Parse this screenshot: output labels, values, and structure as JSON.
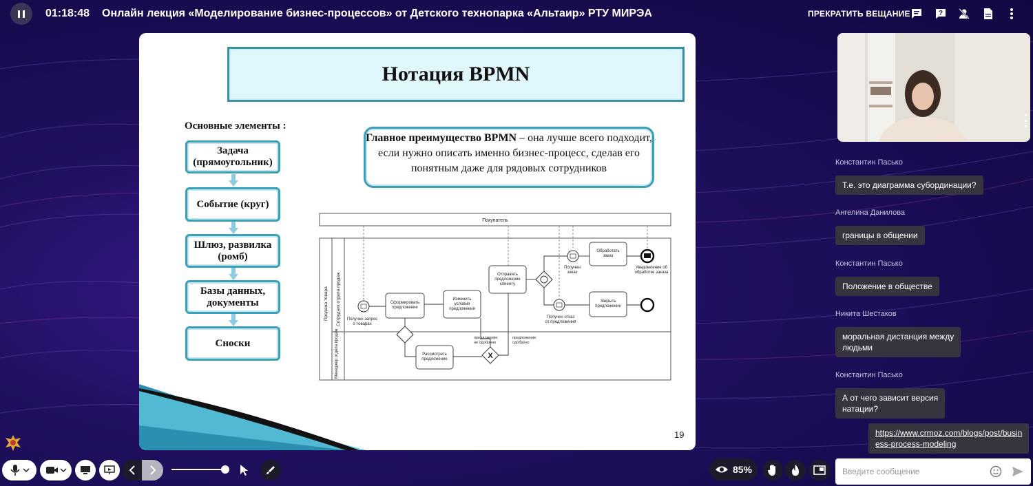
{
  "topbar": {
    "timer": "01:18:48",
    "title": "Онлайн лекция «Моделирование бизнес-процессов» от Детского технопарка «Альтаир» РТУ МИРЭА",
    "stop_label": "ПРЕКРАТИТЬ ВЕЩАНИЕ",
    "icons": [
      "chat-icon",
      "question-icon",
      "user-off-icon",
      "document-icon",
      "more-icon"
    ]
  },
  "slide": {
    "title": "Нотация BPMN",
    "elements_heading": "Основные элементы :",
    "elements": [
      {
        "line1": "Задача",
        "line2": "(прямоугольник)"
      },
      {
        "line1": "Событие (круг)",
        "line2": ""
      },
      {
        "line1": "Шлюз, развилка",
        "line2": "(ромб)"
      },
      {
        "line1": "Базы данных,",
        "line2": "документы"
      },
      {
        "line1": "Сноски",
        "line2": ""
      }
    ],
    "advantage_bold": "Главное преимущество BPMN",
    "advantage_text": " – она лучше всего подходит, если нужно описать именно бизнес-процесс, сделав его понятным даже для рядовых сотрудников",
    "page_number": "19",
    "diagram": {
      "pool_buyer": "Покупатель",
      "lane_pool": "Продажа товара",
      "lane_sales": "Сотрудник отдела продаж",
      "lane_manager": "Менеджер отдела продаж",
      "tasks": {
        "form": "Сформировать предложение",
        "change": "Изменить условия предложения",
        "send": "Отправить предложение клиенту",
        "process": "Обработать заказ",
        "close": "Закрыть предложение",
        "review": "Рассмотреть предложение"
      },
      "labels": {
        "got_request": "Получен запрос о товарах",
        "got_order": "Получен заказ",
        "got_refusal": "Получен отказ от предложения",
        "notify": "Уведомление об обработке заказа",
        "not_approved": "предложение не одобрено",
        "approved": "предложение одобрено"
      }
    }
  },
  "chat": {
    "messages": [
      {
        "author": "Константин Пасько",
        "text": "Т.е. это диаграмма субординации?"
      },
      {
        "author": "Ангелина Данилова",
        "text": "границы в общении"
      },
      {
        "author": "Константин Пасько",
        "text": "Положение в обществе"
      },
      {
        "author": "Никита Шестаков",
        "text_line1": "моральная дистанция между",
        "text_line2": "людьми"
      },
      {
        "author": "Константин Пасько",
        "text_line1": "А от чего зависит версия",
        "text_line2": "натации?"
      }
    ],
    "link_line1": "https://www.crmoz.com/blogs/post/busin",
    "link_line2": "ess-process-modeling",
    "input_placeholder": "Введите сообщение"
  },
  "toolbar": {
    "zoom_level": "85%",
    "accent": "#3aa0b8"
  }
}
